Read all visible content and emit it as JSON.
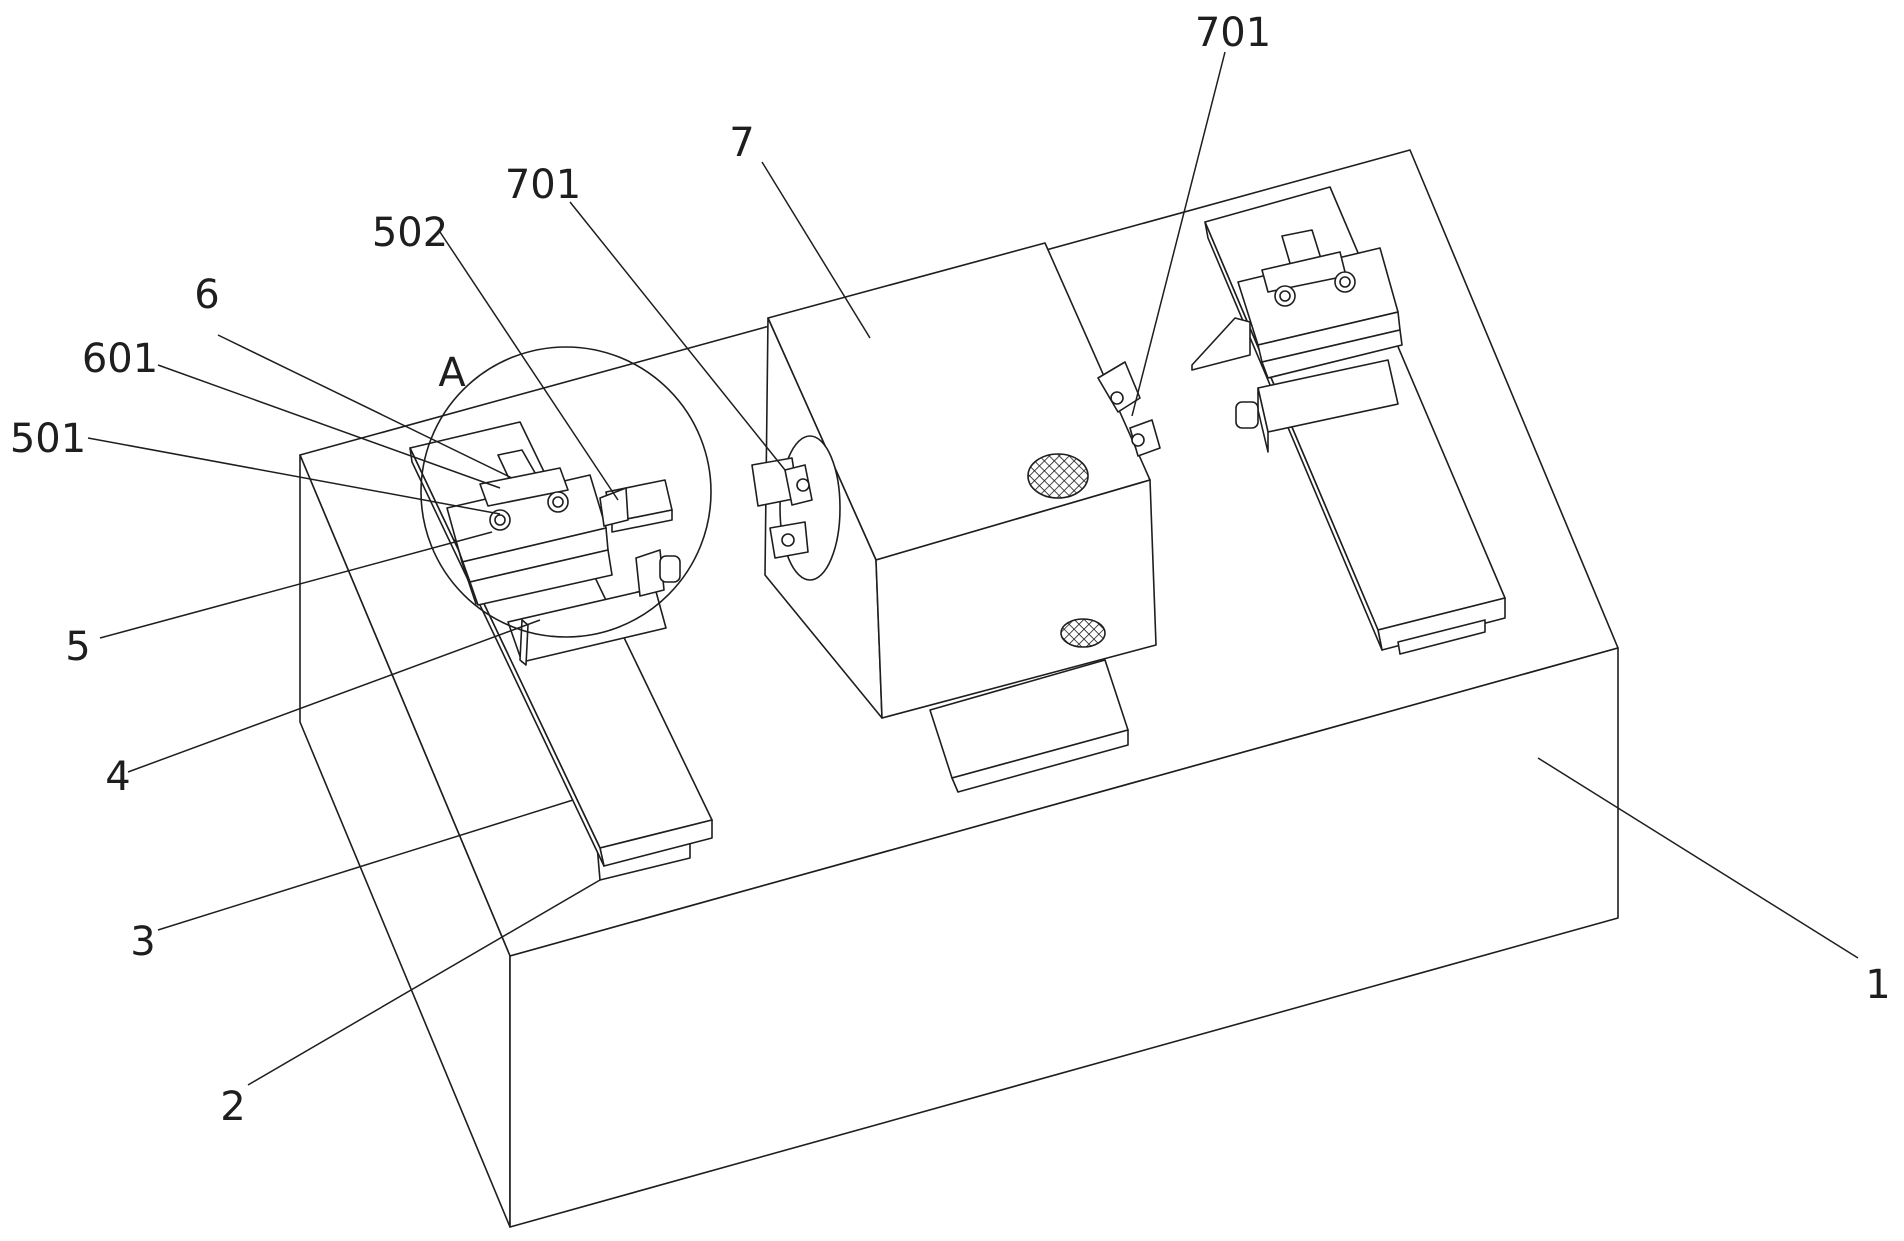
{
  "labels": {
    "l1": "1",
    "l2": "2",
    "l3": "3",
    "l4": "4",
    "l5": "5",
    "l501": "501",
    "l502": "502",
    "l6": "6",
    "l601": "601",
    "l7": "7",
    "l701a": "701",
    "l701b": "701",
    "lA": "A"
  }
}
